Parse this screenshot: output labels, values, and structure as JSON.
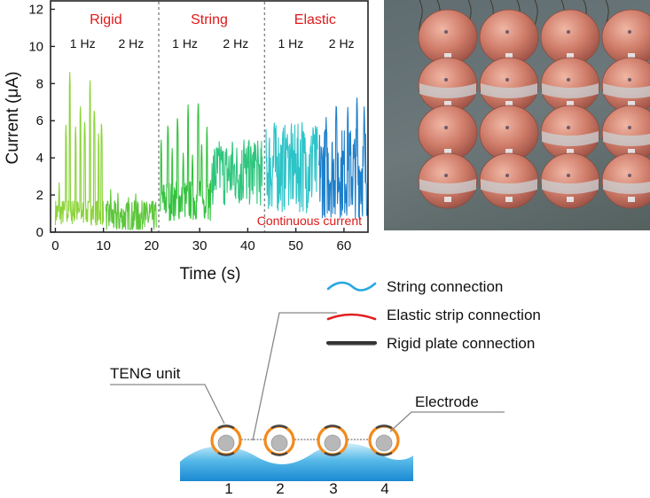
{
  "chart_data": {
    "type": "line",
    "ylabel": "Current (μA)",
    "xlabel": "Time (s)",
    "xlim": [
      -1,
      65
    ],
    "ylim": [
      0,
      12.5
    ],
    "x_ticks": [
      0,
      10,
      20,
      30,
      40,
      50,
      60
    ],
    "y_ticks": [
      0,
      2,
      4,
      6,
      8,
      10,
      12
    ],
    "grid": false,
    "colors": {
      "rigid_1hz": "#8cd43a",
      "rigid_2hz": "#5dc63a",
      "string_1hz": "#34c23e",
      "string_2hz": "#2fc67e",
      "elastic_1hz": "#2cc4c8",
      "elastic_2hz": "#1e7fca"
    },
    "regions": [
      {
        "label": "Rigid",
        "sublabels": [
          "1 Hz",
          "2 Hz"
        ],
        "x_start": 0,
        "x_end": 21
      },
      {
        "label": "String",
        "sublabels": [
          "1 Hz",
          "2 Hz"
        ],
        "x_start": 21,
        "x_end": 43
      },
      {
        "label": "Elastic",
        "sublabels": [
          "1 Hz",
          "2 Hz"
        ],
        "x_start": 43,
        "x_end": 65
      }
    ],
    "dividers": [
      21.5,
      43.5
    ],
    "annotation": "Continuous current",
    "segments": [
      {
        "x_start": 0,
        "x_end": 10,
        "color": "#8cd43a",
        "base": 1.0,
        "noise": 0.7,
        "peaks": [
          [
            0.8,
            2.8
          ],
          [
            2.2,
            5.9
          ],
          [
            3.0,
            8.6
          ],
          [
            4.2,
            5.8
          ],
          [
            5.2,
            6.9
          ],
          [
            6.1,
            6.2
          ],
          [
            7.2,
            8.3
          ],
          [
            8.1,
            6.8
          ],
          [
            9.0,
            5.3
          ],
          [
            9.6,
            6.1
          ]
        ]
      },
      {
        "x_start": 10.5,
        "x_end": 21,
        "color": "#5dc63a",
        "base": 0.7,
        "noise": 0.9,
        "peaks": [
          [
            11.5,
            2.3
          ],
          [
            13.0,
            2.1
          ],
          [
            15.2,
            2.0
          ],
          [
            16.7,
            2.2
          ],
          [
            18.4,
            1.9
          ],
          [
            19.6,
            1.8
          ]
        ]
      },
      {
        "x_start": 21.8,
        "x_end": 32.3,
        "color": "#34c23e",
        "base": 1.6,
        "noise": 1.1,
        "peaks": [
          [
            22.0,
            5.1
          ],
          [
            23.4,
            6.0
          ],
          [
            24.3,
            4.5
          ],
          [
            25.4,
            6.4
          ],
          [
            26.6,
            4.4
          ],
          [
            27.6,
            7.0
          ],
          [
            28.5,
            4.3
          ],
          [
            29.7,
            7.2
          ],
          [
            30.4,
            5.0
          ],
          [
            31.5,
            5.8
          ]
        ]
      },
      {
        "x_start": 32.5,
        "x_end": 43,
        "color": "#2fc67e",
        "base": 3.0,
        "noise": 1.8,
        "peaks": [
          [
            34.4,
            4.9
          ],
          [
            36.8,
            5.0
          ],
          [
            39.2,
            5.1
          ],
          [
            41.6,
            5.0
          ]
        ]
      },
      {
        "x_start": 43.8,
        "x_end": 54.5,
        "color": "#2cc4c8",
        "base": 3.2,
        "noise": 2.4,
        "peaks": [
          [
            45.5,
            6.0
          ],
          [
            48.2,
            5.5
          ],
          [
            51.3,
            6.0
          ],
          [
            53.6,
            5.9
          ]
        ]
      },
      {
        "x_start": 54.8,
        "x_end": 65,
        "color": "#1e7fca",
        "base": 3.0,
        "noise": 2.5,
        "peaks": [
          [
            56.3,
            6.2
          ],
          [
            58.4,
            7.1
          ],
          [
            60.8,
            6.8
          ],
          [
            62.7,
            7.4
          ],
          [
            64.2,
            6.9
          ]
        ]
      }
    ]
  },
  "legend": {
    "items": [
      {
        "label": "String connection",
        "color": "#29a8e0",
        "shape": "wave"
      },
      {
        "label": "Elastic strip connection",
        "color": "#e02020",
        "shape": "arc"
      },
      {
        "label": "Rigid plate connection",
        "color": "#333333",
        "shape": "line"
      }
    ]
  },
  "schematic": {
    "callouts": {
      "unit": "TENG unit",
      "electrode": "Electrode"
    },
    "unit_numbers": [
      "1",
      "2",
      "3",
      "4"
    ],
    "colors": {
      "ring": "#f28a1c",
      "core": "#b8b8b8",
      "water_top": "#bfe6f6",
      "water_bottom": "#1d8ed4"
    }
  },
  "photo": {
    "description_icon": "teng-array-photo-icon",
    "grid": {
      "rows": 4,
      "cols": 4
    },
    "colors": {
      "ball": "#c97966",
      "ball_light": "#e7a996",
      "band": "#c9d3d6",
      "background": "#626e72"
    }
  }
}
